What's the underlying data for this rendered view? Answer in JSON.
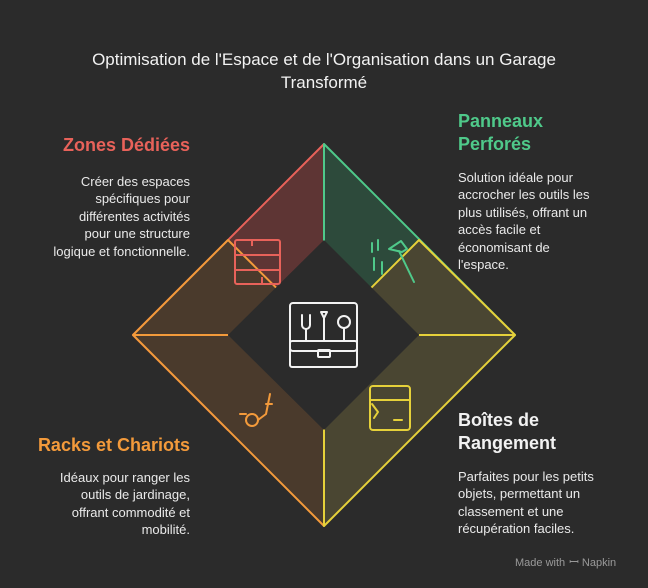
{
  "title_line1": "Optimisation de l'Espace et de l'Organisation dans un Garage",
  "title_line2": "Transformé",
  "quadrants": [
    {
      "heading": "Zones Dédiées",
      "heading_lines": [
        "Zones Dédiées"
      ],
      "desc_lines": [
        "Créer des espaces",
        "spécifiques pour",
        "différentes activités",
        "pour une structure",
        "logique et fonctionnelle."
      ],
      "color": "#e8625a",
      "icon": "shelf-icon"
    },
    {
      "heading": "Panneaux Perforés",
      "heading_lines": [
        "Panneaux",
        "Perforés"
      ],
      "desc_lines": [
        "Solution idéale pour",
        "accrocher les outils les",
        "plus utilisés, offrant un",
        "accès facile et",
        "économisant de",
        "l'espace."
      ],
      "color": "#4fc98a",
      "icon": "hammer-icon"
    },
    {
      "heading": "Racks et Chariots",
      "heading_lines": [
        "Racks et Chariots"
      ],
      "desc_lines": [
        "Idéaux pour ranger les",
        "outils de jardinage,",
        "offrant commodité et",
        "mobilité."
      ],
      "color": "#f39a3b",
      "icon": "cart-icon"
    },
    {
      "heading": "Boîtes de Rangement",
      "heading_lines": [
        "Boîtes de",
        "Rangement"
      ],
      "desc_lines": [
        "Parfaites pour les petits",
        "objets, permettant un",
        "classement et une",
        "récupération faciles."
      ],
      "color": "#e6d13a",
      "icon": "box-icon"
    }
  ],
  "center_icon": "toolbox-icon",
  "footer": {
    "made_with": "Made with",
    "brand": "Napkin"
  }
}
